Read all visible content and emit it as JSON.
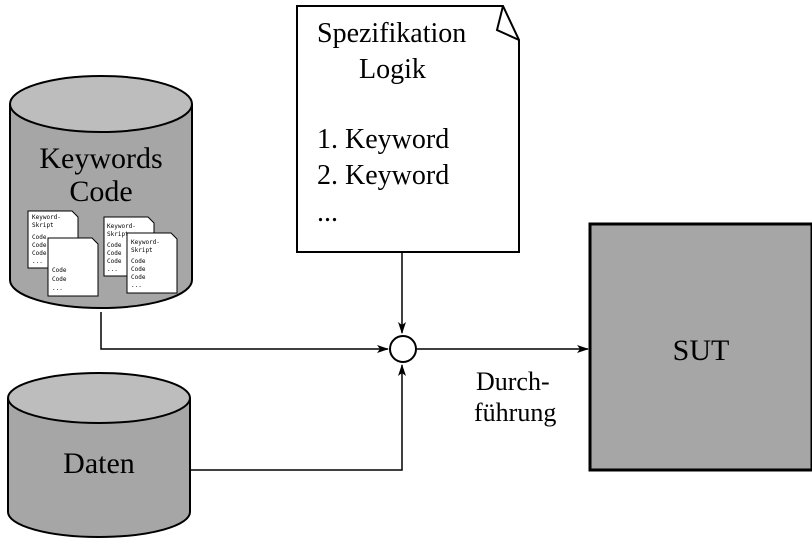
{
  "keywords_db": {
    "title_line1": "Keywords",
    "title_line2": "Code",
    "docs": [
      {
        "header_line1": "Keyword-",
        "header_line2": "Skript",
        "lines": [
          "Code",
          "Code",
          "Code",
          "..."
        ]
      },
      {
        "lines": [
          "Code",
          "Code",
          "..."
        ]
      },
      {
        "header_line1": "Keyword-",
        "header_line2": "Skript",
        "lines": [
          "Code",
          "Code",
          "Code",
          "..."
        ]
      },
      {
        "header_line1": "Keyword-",
        "header_line2": "Skript",
        "lines": [
          "Code",
          "Code",
          "Code",
          "..."
        ]
      }
    ]
  },
  "spec_doc": {
    "title_line1": "Spezifikation",
    "title_line2": "Logik",
    "items": [
      "1. Keyword",
      "2. Keyword",
      "..."
    ]
  },
  "data_db": {
    "label": "Daten"
  },
  "sut": {
    "label": "SUT"
  },
  "execution": {
    "label_line1": "Durch-",
    "label_line2": "führung"
  },
  "colors": {
    "fill": "#a6a6a6",
    "stroke": "#000000",
    "paper": "#ffffff"
  }
}
